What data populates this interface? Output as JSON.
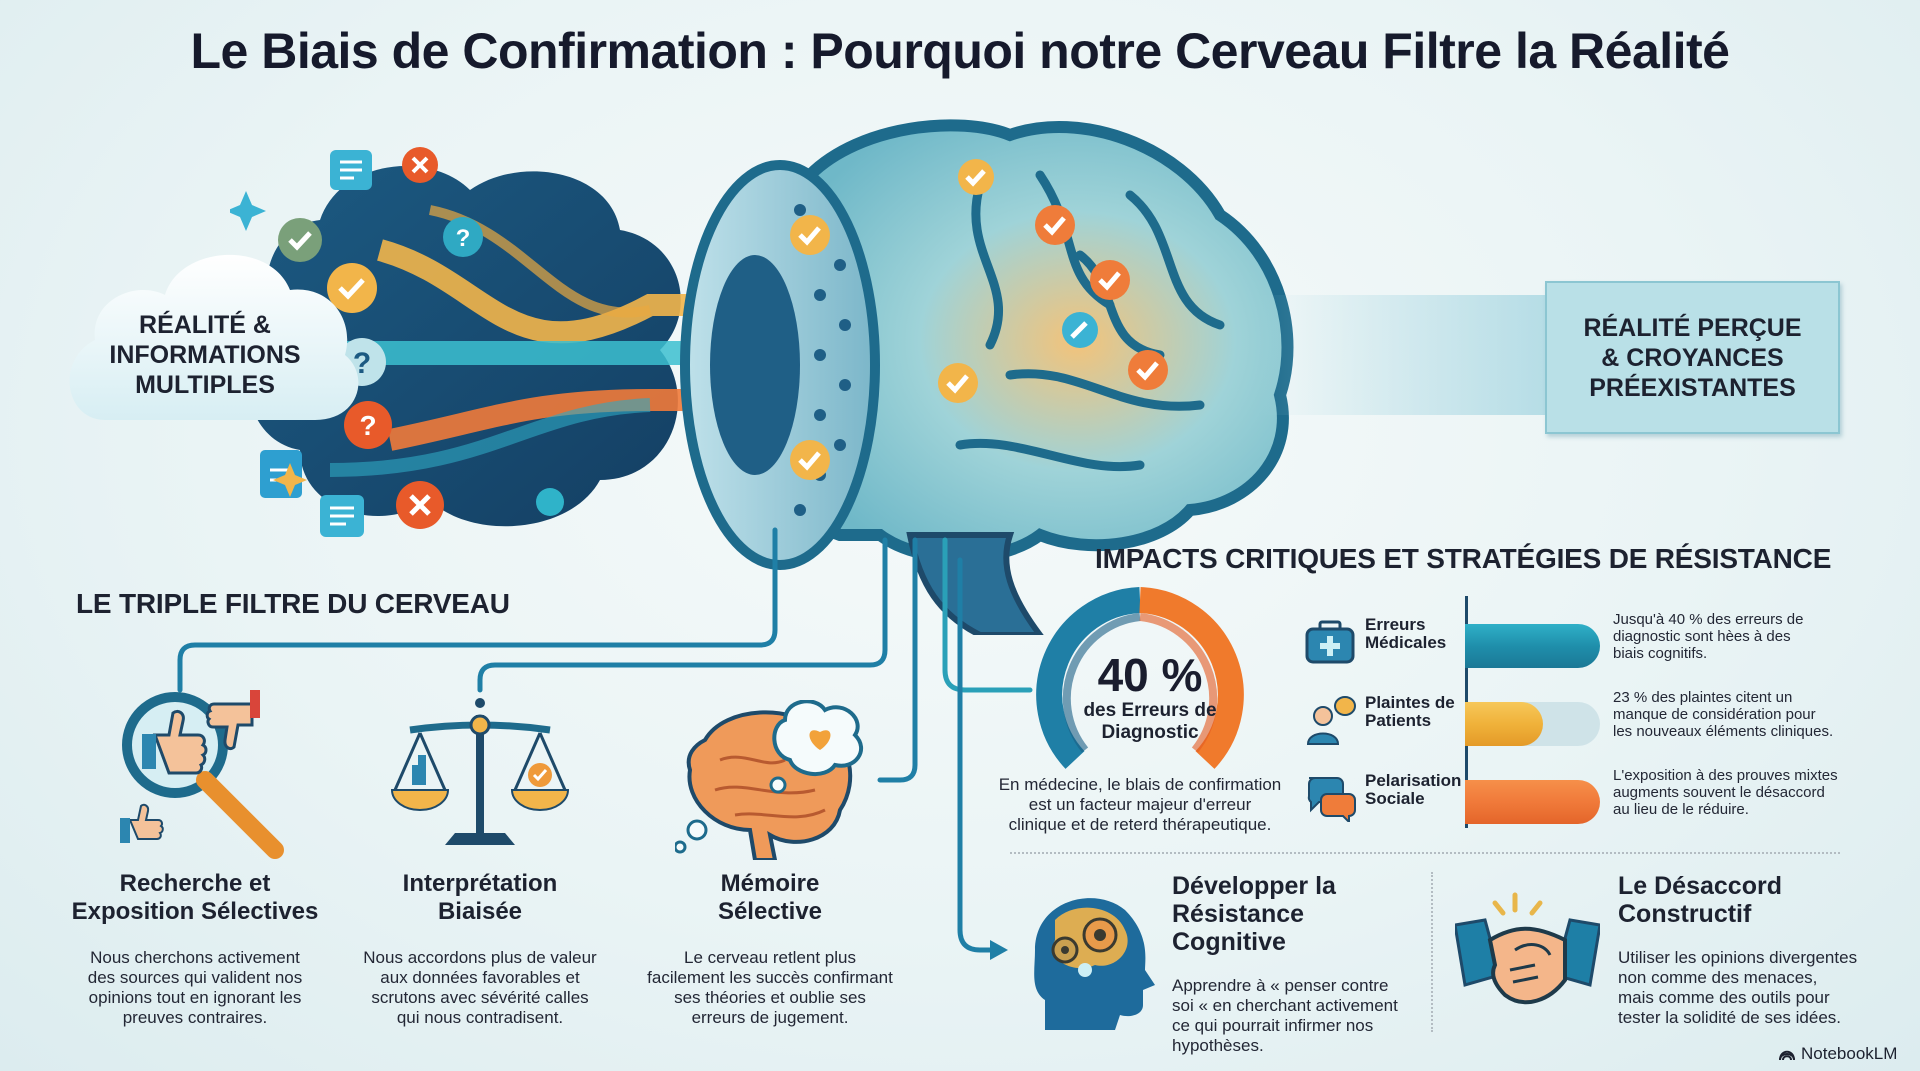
{
  "title": "Le Biais de Confirmation : Pourquoi notre Cerveau Filtre la Réalité",
  "input_cloud": {
    "label_lines": [
      "RÉALITÉ &",
      "INFORMATIONS",
      "MULTIPLES"
    ]
  },
  "output_box": {
    "label_lines": [
      "RÉALITÉ PERÇUE",
      "& CROYANCES",
      "PRÉEXISTANTES"
    ]
  },
  "info_icons": [
    "check-icon",
    "check-icon",
    "question-icon",
    "question-icon",
    "question-icon",
    "close-icon",
    "close-icon",
    "document-icon",
    "chat-icon",
    "chat-icon",
    "eye-icon",
    "sparkle-icon"
  ],
  "triple_filter": {
    "heading": "LE TRIPLE FILTRE DU CERVEAU",
    "items": [
      {
        "icon": "magnifier-thumbs-icon",
        "title_lines": [
          "Recherche et",
          "Exposition Sélectives"
        ],
        "desc_lines": [
          "Nous cherchons activement",
          "des sources qui valident nos",
          "opinions tout en ignorant les",
          "preuves contraires."
        ]
      },
      {
        "icon": "scale-icon",
        "title_lines": [
          "Interprétation",
          "Biaisée"
        ],
        "desc_lines": [
          "Nous accordons plus de valeur",
          "aux données favorables et",
          "scrutons avec sévérité calles",
          "qui nous contradisent."
        ]
      },
      {
        "icon": "brain-memory-icon",
        "title_lines": [
          "Mémoire",
          "Sélective"
        ],
        "desc_lines": [
          "Le cerveau retlent plus",
          "facilement les succès confirmant",
          "ses théories et oublie ses",
          "erreurs de jugement."
        ]
      }
    ]
  },
  "impacts": {
    "heading": "IMPACTS CRITIQUES ET STRATÉGIES DE RÉSISTANCE",
    "gauge": {
      "value": "40 %",
      "label_lines": [
        "des Erreurs de",
        "Diagnostic"
      ],
      "desc_lines": [
        "En médecine, le blais de confirmation",
        "est un facteur majeur d'erreur",
        "clinique et de reterd thérapeutique."
      ],
      "colors": {
        "left": "#1f7fa6",
        "right": "#f07a2c"
      }
    },
    "rows": [
      {
        "icon": "medical-kit-icon",
        "label_lines": [
          "Erreurs",
          "Médicales"
        ],
        "bar_percent": 100,
        "bar_color": "#1f8fab",
        "text_bold": "40 %",
        "text_lines": [
          "Jusqu'à 40 % des erreurs de",
          "diagnostic sont hèes à des",
          "biais cognitifs."
        ]
      },
      {
        "icon": "patient-speech-icon",
        "label_lines": [
          "Plaintes de",
          "Patients"
        ],
        "bar_percent": 45,
        "bar_color": "#f0b23a",
        "text_bold": "23 %",
        "text_lines": [
          "23 % des plaintes citent un",
          "manque de considération pour",
          "les nouveaux éléments cliniques."
        ]
      },
      {
        "icon": "chat-bubbles-icon",
        "label_lines": [
          "Pelarisation",
          "Sociale"
        ],
        "bar_percent": 100,
        "bar_color": "#f07a3a",
        "text_bold": "",
        "text_lines": [
          "L'exposition à des prouves mixtes",
          "augments souvent le désaccord",
          "au lieu de le réduire."
        ]
      }
    ]
  },
  "strategies": [
    {
      "icon": "head-gears-icon",
      "title_lines": [
        "Développer la",
        "Résistance Cognitive"
      ],
      "desc_lines": [
        "Apprendre à « penser contre",
        "soi « en cherchant activement",
        "ce qui pourrait infirmer nos",
        "hypothèses."
      ]
    },
    {
      "icon": "handshake-icon",
      "title_lines": [
        "Le Désaccord",
        "Constructif"
      ],
      "desc_lines": [
        "Utiliser les opinions divergentes",
        "non comme des menaces,",
        "mais comme des outils pour",
        "tester la solidité de ses idées."
      ]
    }
  ],
  "brand": {
    "label": "NotebookLM"
  },
  "colors": {
    "teal": "#1f8fab",
    "navy": "#1e4a6a",
    "orange": "#f07a2c",
    "yellow": "#f0b23a",
    "red": "#e85a2a",
    "text": "#1d2230"
  }
}
